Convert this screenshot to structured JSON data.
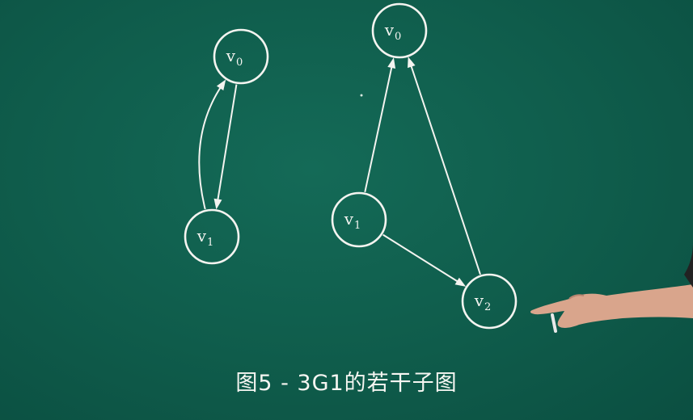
{
  "caption": "图5 - 3G1的若干子图",
  "nodes": [
    {
      "id": "l-v0",
      "base": "v",
      "sub": "0"
    },
    {
      "id": "l-v1",
      "base": "v",
      "sub": "1"
    },
    {
      "id": "r-v0",
      "base": "v",
      "sub": "0"
    },
    {
      "id": "r-v1",
      "base": "v",
      "sub": "1"
    },
    {
      "id": "r-v2",
      "base": "v",
      "sub": "2"
    }
  ],
  "edges": [
    {
      "from": "l-v0",
      "to": "l-v1"
    },
    {
      "from": "l-v1",
      "to": "l-v0"
    },
    {
      "from": "r-v1",
      "to": "r-v0"
    },
    {
      "from": "r-v2",
      "to": "r-v0"
    },
    {
      "from": "r-v1",
      "to": "r-v2"
    }
  ],
  "colors": {
    "board": "#0f5c4b",
    "chalk": "#f4f4f0"
  }
}
